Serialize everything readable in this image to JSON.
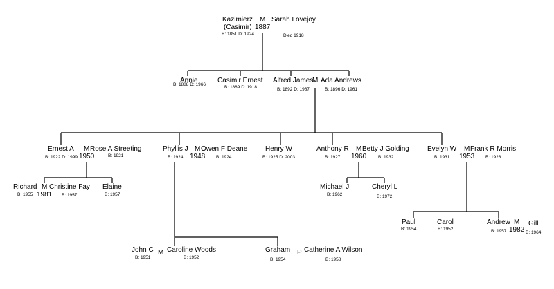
{
  "people": [
    {
      "id": "kazimierz",
      "name": "Kazimierz",
      "alt": "(Casimir)",
      "info": "B: 1851 D: 1924"
    },
    {
      "id": "sarah",
      "name": "Sarah Lovejoy",
      "info": "Died 1918"
    },
    {
      "id": "annie",
      "name": "Annie",
      "info": "B: 1888 D: 1966"
    },
    {
      "id": "casimir-ernest",
      "name": "Casimir Ernest",
      "info": "B: 1889 D: 1918"
    },
    {
      "id": "alfred-james",
      "name": "Alfred James",
      "info": "B: 1892 D: 1987"
    },
    {
      "id": "ada-andrews",
      "name": "Ada Andrews",
      "info": "B: 1896 D: 1961"
    },
    {
      "id": "ernest-a",
      "name": "Ernest A",
      "info": "B: 1922 D: 1999"
    },
    {
      "id": "rose-a-streeting",
      "name": "Rose A Streeting",
      "info": "B: 1921"
    },
    {
      "id": "phyllis-j",
      "name": "Phyllis J",
      "info": "B: 1924"
    },
    {
      "id": "owen-f-deane",
      "name": "Owen F Deane",
      "info": "B: 1924"
    },
    {
      "id": "henry-w",
      "name": "Henry W",
      "info": "B: 1925 D: 2003"
    },
    {
      "id": "anthony-r",
      "name": "Anthony R",
      "info": "B: 1927"
    },
    {
      "id": "betty-j-golding",
      "name": "Betty J Golding",
      "info": "B: 1932"
    },
    {
      "id": "evelyn-w",
      "name": "Evelyn W",
      "info": "B: 1931"
    },
    {
      "id": "frank-r-morris",
      "name": "Frank R Morris",
      "info": "B: 1928"
    },
    {
      "id": "richard",
      "name": "Richard",
      "info": "B: 1955"
    },
    {
      "id": "christine-fay",
      "name": "Christine Fay",
      "info": "B: 1957"
    },
    {
      "id": "elaine",
      "name": "Elaine",
      "info": "B: 1957"
    },
    {
      "id": "michael-j",
      "name": "Michael J",
      "info": "B: 1962"
    },
    {
      "id": "cheryl-l",
      "name": "Cheryl L",
      "info": "B: 1972"
    },
    {
      "id": "paul",
      "name": "Paul",
      "info": "B: 1954"
    },
    {
      "id": "carol",
      "name": "Carol",
      "info": "B: 1952"
    },
    {
      "id": "andrew",
      "name": "Andrew",
      "info": "B: 1957"
    },
    {
      "id": "gill",
      "name": "Gill",
      "info": "B: 1964"
    },
    {
      "id": "john-c",
      "name": "John C",
      "info": "B: 1951"
    },
    {
      "id": "caroline-woods",
      "name": "Caroline Woods",
      "info": "B: 1952"
    },
    {
      "id": "graham",
      "name": "Graham",
      "info": "B: 1954"
    },
    {
      "id": "catherine-a-wilson",
      "name": "Catherine A Wilson",
      "info": "B: 1958"
    }
  ],
  "unions": [
    {
      "id": "kazimierz-sarah",
      "label": "M",
      "year": "1887"
    },
    {
      "id": "alfred-ada",
      "label": "M",
      "year": ""
    },
    {
      "id": "ernest-rose",
      "label": "M",
      "year": "1950"
    },
    {
      "id": "phyllis-owen",
      "label": "M",
      "year": "1948"
    },
    {
      "id": "anthony-betty",
      "label": "M",
      "year": "1960"
    },
    {
      "id": "evelyn-frank",
      "label": "M",
      "year": "1953"
    },
    {
      "id": "richard-christine",
      "label": "M",
      "year": "1981"
    },
    {
      "id": "andrew-gill",
      "label": "M",
      "year": "1982"
    },
    {
      "id": "john-caroline",
      "label": "M",
      "year": ""
    },
    {
      "id": "graham-catherine",
      "label": "P",
      "year": ""
    }
  ]
}
